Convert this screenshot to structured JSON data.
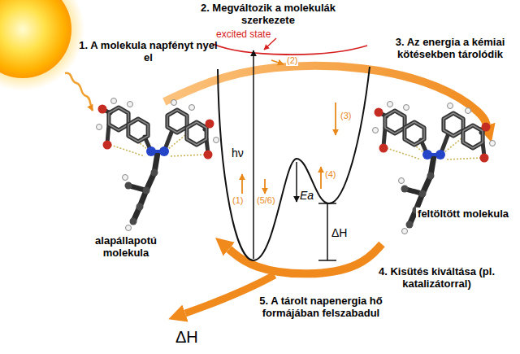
{
  "diagram": {
    "nodes": [
      {
        "text": [
          "alapállapotú molekula"
        ]
      },
      {
        "text": [
          "feltöltött molekula"
        ]
      }
    ],
    "edges": [
      {
        "from": 0,
        "to": 1,
        "arrow": "to",
        "label": "2. Megváltozik a molekulák szerkezete"
      },
      {
        "from": 1,
        "to": 0,
        "arrow": "to",
        "label": "4. Kisütés kiváltása (pl. katalizátorral)"
      }
    ],
    "labels": [
      "1. A molekula napfényt nyel el",
      "3. Az energia a kémiai kötésekben tárolódik",
      "5. A tárolt napenergia hő formájában felszabadul",
      "ΔH",
      "excited state",
      "(2)",
      "hν",
      "(1)",
      "(5/6)",
      "(3)",
      "(4)",
      "Ea",
      "ΔH"
    ]
  }
}
